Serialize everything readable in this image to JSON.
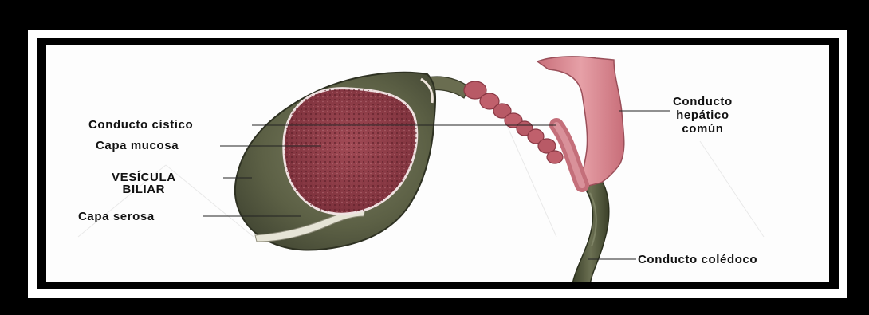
{
  "labels": {
    "cystic_duct": "Conducto cístico",
    "mucosa": "Capa mucosa",
    "gallbladder_line1": "VESÍCULA",
    "gallbladder_line2": "BILIAR",
    "serosa": "Capa serosa",
    "hepatic_line1": "Conducto",
    "hepatic_line2": "hepático",
    "hepatic_line3": "común",
    "common_bile_duct": "Conducto colédoco"
  },
  "colors": {
    "background": "#000000",
    "panel": "#fdfdfd",
    "gallbladder_wall": "#5e6146",
    "mucosa": "#8f3b46",
    "duct_pink": "#d9808a",
    "bile_duct": "#4c5236"
  }
}
